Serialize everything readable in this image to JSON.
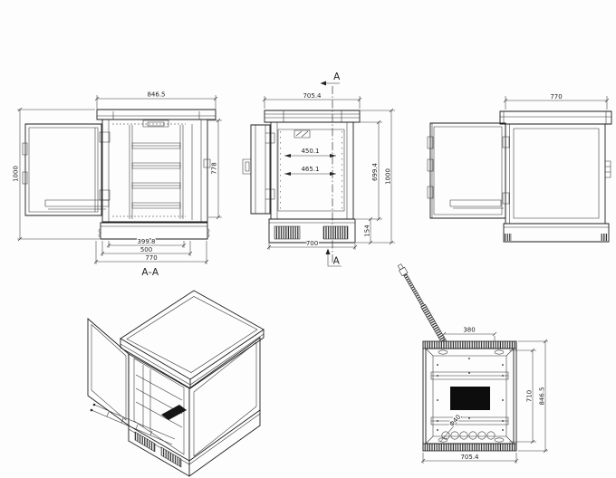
{
  "meta": {
    "background": "#fdfdfd",
    "line_color": "#1c1c1c",
    "dim_color": "#3a3a3a"
  },
  "views": {
    "front": {
      "name": "front view, door open, section A-A",
      "dim_roof_width": "846.5",
      "dim_total_height": "1000",
      "dim_rack_height": "778",
      "dim_rail_width": "399.8",
      "dim_frame_width": "500",
      "dim_base_width": "770",
      "section_label": "A-A"
    },
    "section": {
      "name": "side section view",
      "marker_top": "A",
      "marker_bottom": "A",
      "dim_roof_depth": "705.4",
      "dim_inner_depth_1": "450.1",
      "dim_inner_depth_2": "465.1",
      "dim_body_height": "699.4",
      "dim_total_height": "1000",
      "dim_base_height": "154",
      "dim_body_depth": "700"
    },
    "side": {
      "name": "side view, door open",
      "dim_body_depth": "770"
    },
    "isometric": {
      "name": "isometric view, door open"
    },
    "bottom": {
      "name": "bottom view with cable entries",
      "dim_gland_offset": "380",
      "dim_inner_depth": "710",
      "dim_outer_depth": "846.5",
      "dim_width": "705.4",
      "hole_label": "Φ40"
    }
  }
}
